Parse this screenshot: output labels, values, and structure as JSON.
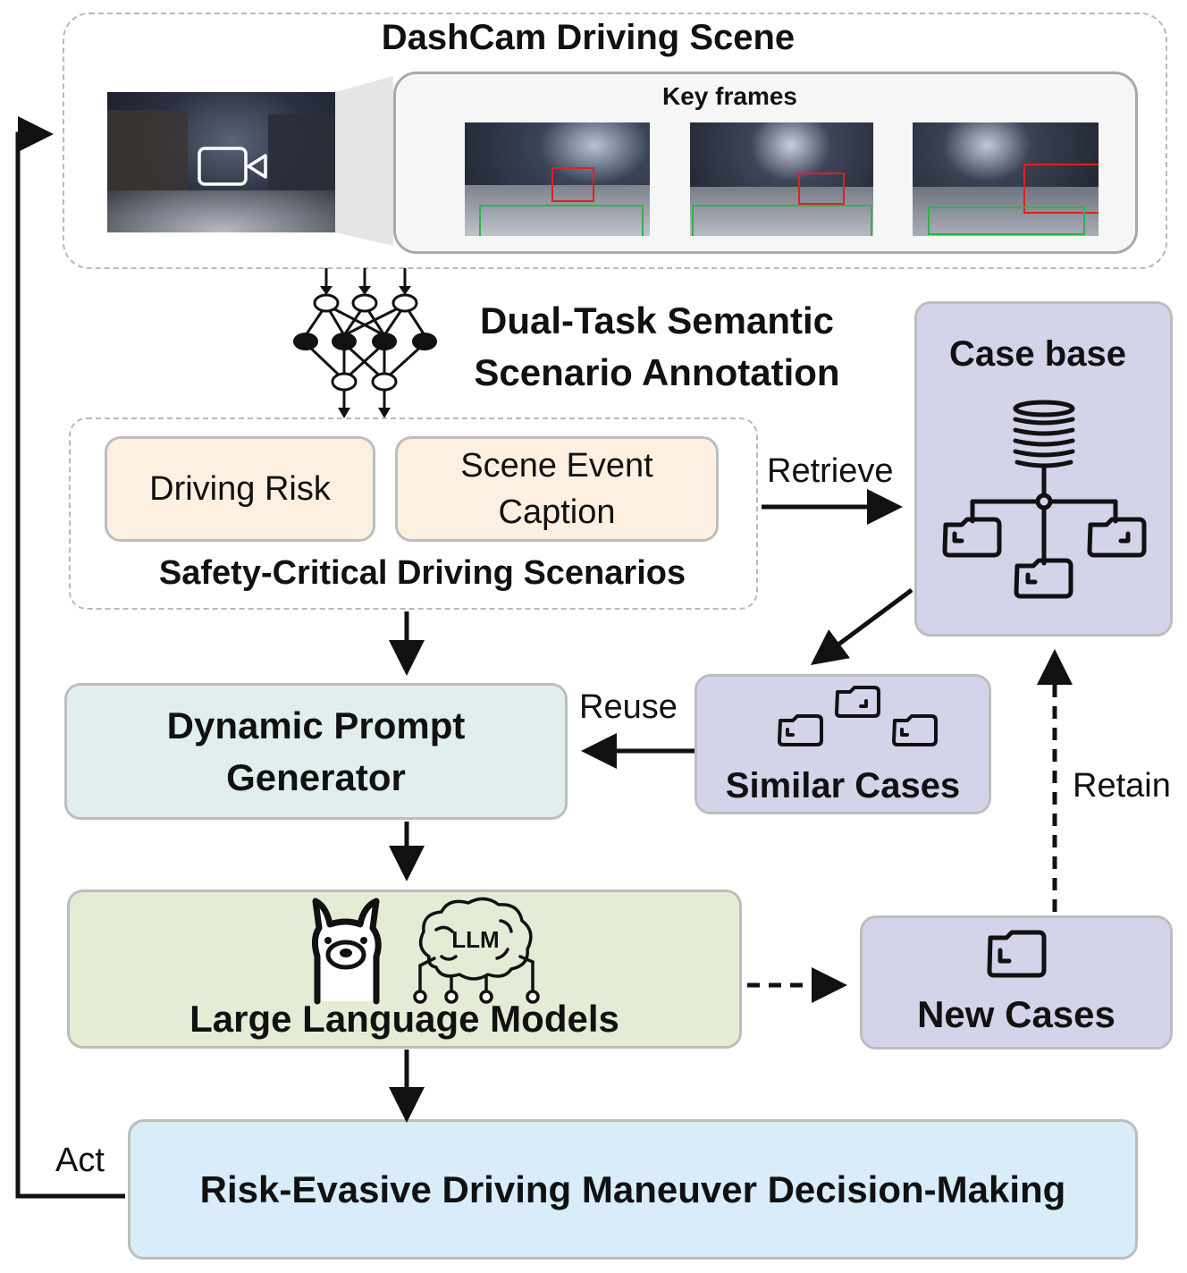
{
  "scene": {
    "title": "DashCam Driving Scene",
    "key_frames_label": "Key frames"
  },
  "annotation": {
    "line1": "Dual-Task Semantic",
    "line2": "Scenario Annotation"
  },
  "scenarios": {
    "driving_risk": "Driving Risk",
    "scene_event_line1": "Scene Event",
    "scene_event_line2": "Caption",
    "group_label": "Safety-Critical Driving Scenarios"
  },
  "case_base": {
    "title": "Case base"
  },
  "similar_cases": {
    "title": "Similar Cases"
  },
  "new_cases": {
    "title": "New Cases"
  },
  "prompt_generator": {
    "line1": "Dynamic Prompt",
    "line2": "Generator"
  },
  "llm": {
    "title": "Large Language Models",
    "brain_text": "LLM"
  },
  "decision": {
    "title": "Risk-Evasive Driving Maneuver Decision-Making"
  },
  "edges": {
    "retrieve": "Retrieve",
    "reuse": "Reuse",
    "retain": "Retain",
    "act": "Act"
  },
  "colors": {
    "scenario_fill": "#fdf0e0",
    "case_fill": "#d3d4ea",
    "prompt_fill": "#e0eeee",
    "llm_fill": "#e4ecd6",
    "decision_fill": "#d8ecf9",
    "bbox_red": "#e02020",
    "bbox_green": "#2fb34a"
  }
}
